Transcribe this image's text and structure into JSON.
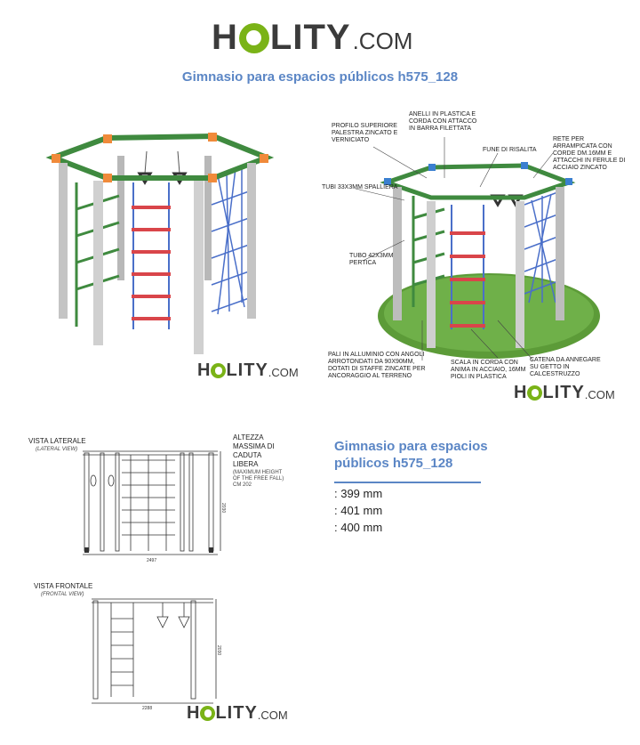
{
  "brand": {
    "name_left": "H",
    "name_right": "LITY",
    "suffix": ".COM"
  },
  "title": "Gimnasio para espacios públicos h575_128",
  "callouts": {
    "anelli": "ANELLI IN PLASTICA E CORDA CON ATTACCO IN BARRA FILETTATA",
    "profilo": "PROFILO SUPERIORE PALESTRA ZINCATO E VERNICIATO",
    "fune": "FUNE DI RISALITA",
    "rete": "RETE PER ARRAMPICATA CON CORDE DM.16MM E ATTACCHI IN FERULE DI ACCIAIO ZINCATO",
    "tubi": "TUBI 33X3MM SPALLIERA",
    "tubo": "TUBO 42X3MM PERTICA",
    "pali": "PALI IN ALLUMINIO CON ANGOLI ARROTONDATI DA 90X90MM, DOTATI DI STAFFE ZINCATE PER ANCORAGGIO AL TERRENO",
    "scala": "SCALA IN CORDA CON ANIMA IN ACCIAIO, 16MM PIOLI IN PLASTICA",
    "catena": "CATENA DA ANNEGARE SU GETTO IN CALCESTRUZZO"
  },
  "drawings": {
    "lateral_title": "VISTA LATERALE",
    "lateral_sub": "(LATERAL VIEW)",
    "height_label": "ALTEZZA MASSIMA DI CADUTA LIBERA",
    "height_sub": "(MAXIMUM HEIGHT OF THE FREE FALL) CM 202",
    "lateral_width": "2497",
    "lateral_height": "2030",
    "frontal_title": "VISTA FRONTALE",
    "frontal_sub": "(FRONTAL VIEW)",
    "frontal_width": "2288",
    "frontal_height": "2030"
  },
  "info": {
    "title": "Gimnasio para espacios públicos h575_128",
    "lines": [
      ": 399 mm",
      ": 401 mm",
      ": 400 mm"
    ]
  },
  "colors": {
    "accent": "#5b86c5",
    "logo_green": "#7ab317",
    "frame_green": "#3f8a3f",
    "ladder_red": "#d9454a",
    "net_blue": "#4a6fc9"
  }
}
